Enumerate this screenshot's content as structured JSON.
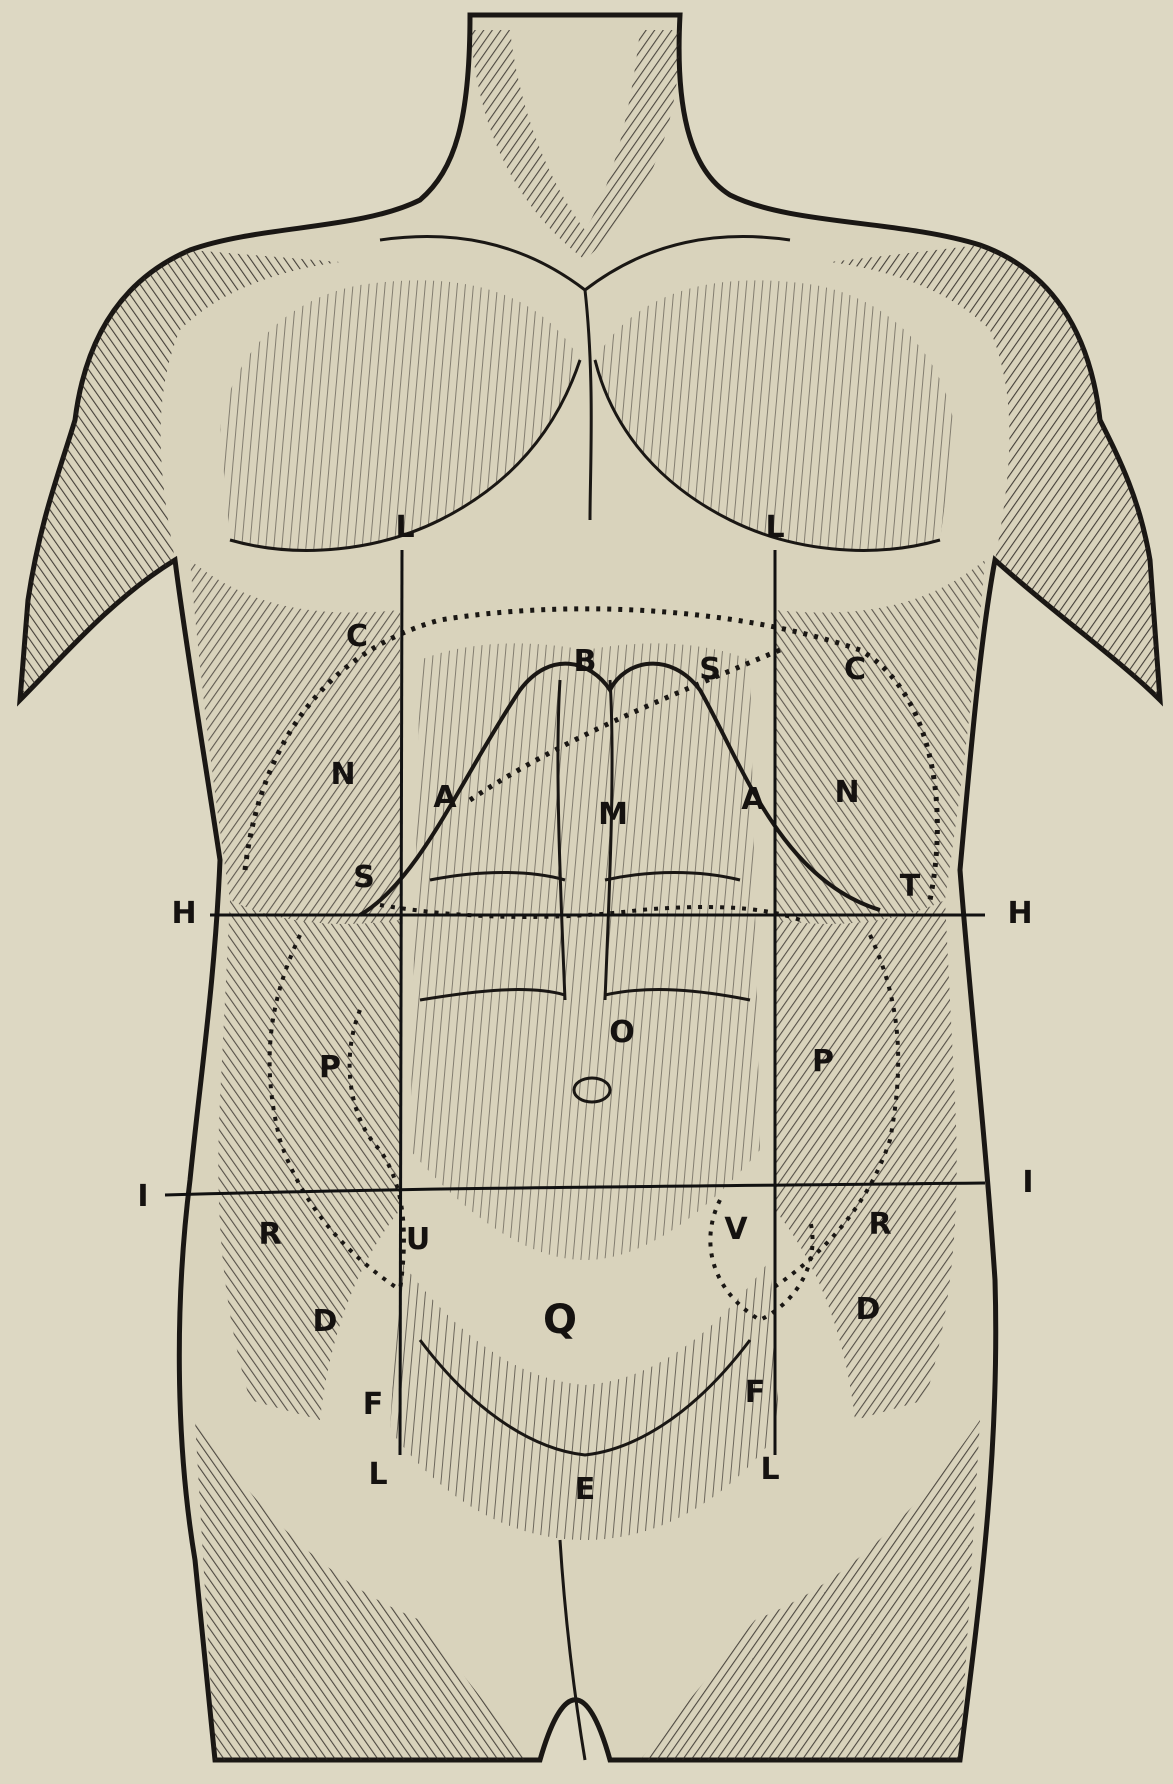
{
  "figure": {
    "ink_color": "#1a1714",
    "paper_color": "#ddd8c3",
    "labels": {
      "L_left_top": "L",
      "L_right_top": "L",
      "L_left_bottom": "L",
      "L_right_bottom": "L",
      "H_left": "H",
      "H_right": "H",
      "I_left": "I",
      "I_right": "I",
      "C_left": "C",
      "C_right": "C",
      "B": "B",
      "S_upper": "S",
      "S_lower": "S",
      "N_left": "N",
      "N_right": "N",
      "A_left": "A",
      "A_right": "A",
      "M": "M",
      "T": "T",
      "O": "O",
      "P_left": "P",
      "P_right": "P",
      "R_left": "R",
      "R_right": "R",
      "U": "U",
      "V": "V",
      "Q": "Q",
      "D_left": "D",
      "D_right": "D",
      "F_left": "F",
      "F_right": "F",
      "E": "E"
    }
  }
}
